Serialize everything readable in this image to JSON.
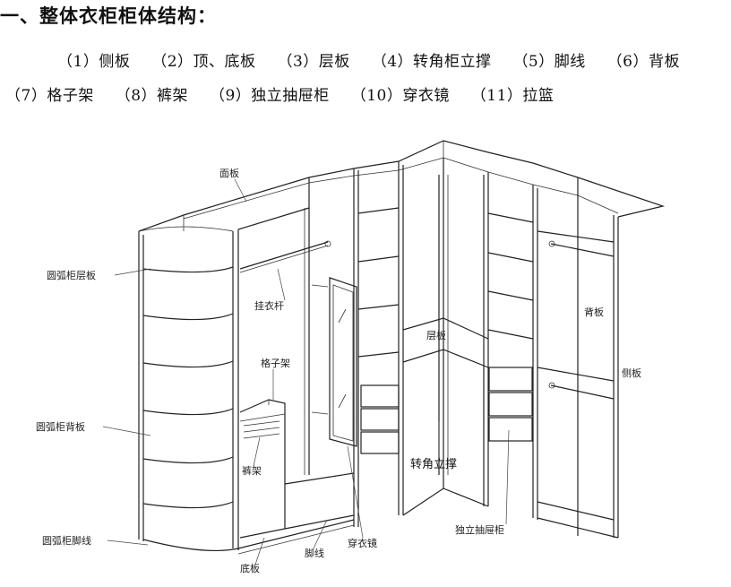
{
  "heading": "一、整体衣柜柜体结构：",
  "parts_line1": [
    "（1）侧板",
    "（2）顶、底板",
    "（3）层板",
    "（4）转角柜立撑",
    "（5）脚线",
    "（6）背板"
  ],
  "parts_line2": [
    "（7）格子架",
    "（8）裤架",
    "（9）独立抽屉柜",
    "（10）穿衣镜",
    "（11）拉篮"
  ],
  "diagram_labels": {
    "top_panel": "面板",
    "arc_shelf": "圆弧柜层板",
    "hanging_rod": "挂衣杆",
    "back_panel": "背板",
    "shelf": "层板",
    "grid_rack": "格子架",
    "side_panel": "侧板",
    "arc_back_panel": "圆弧柜背板",
    "trouser_rack": "裤架",
    "corner_post": "转角立撑",
    "arc_skirting": "圆弧柜脚线",
    "drawer_cabinet": "独立抽屉柜",
    "skirting": "脚线",
    "mirror": "穿衣镜",
    "bottom_panel": "底板"
  }
}
